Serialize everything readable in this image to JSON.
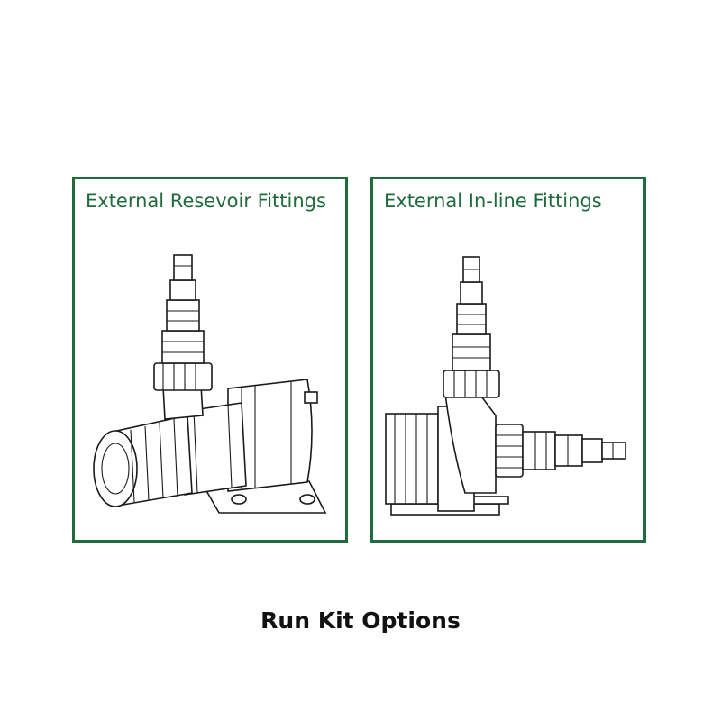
{
  "panels": [
    {
      "title": "External Resevoir Fittings",
      "icon": "pump-reservoir-illustration"
    },
    {
      "title": "External In-line Fittings",
      "icon": "pump-inline-illustration"
    }
  ],
  "caption": "Run Kit Options",
  "colors": {
    "frame": "#1f6b3c",
    "title": "#1f6b3c",
    "caption": "#111111"
  }
}
